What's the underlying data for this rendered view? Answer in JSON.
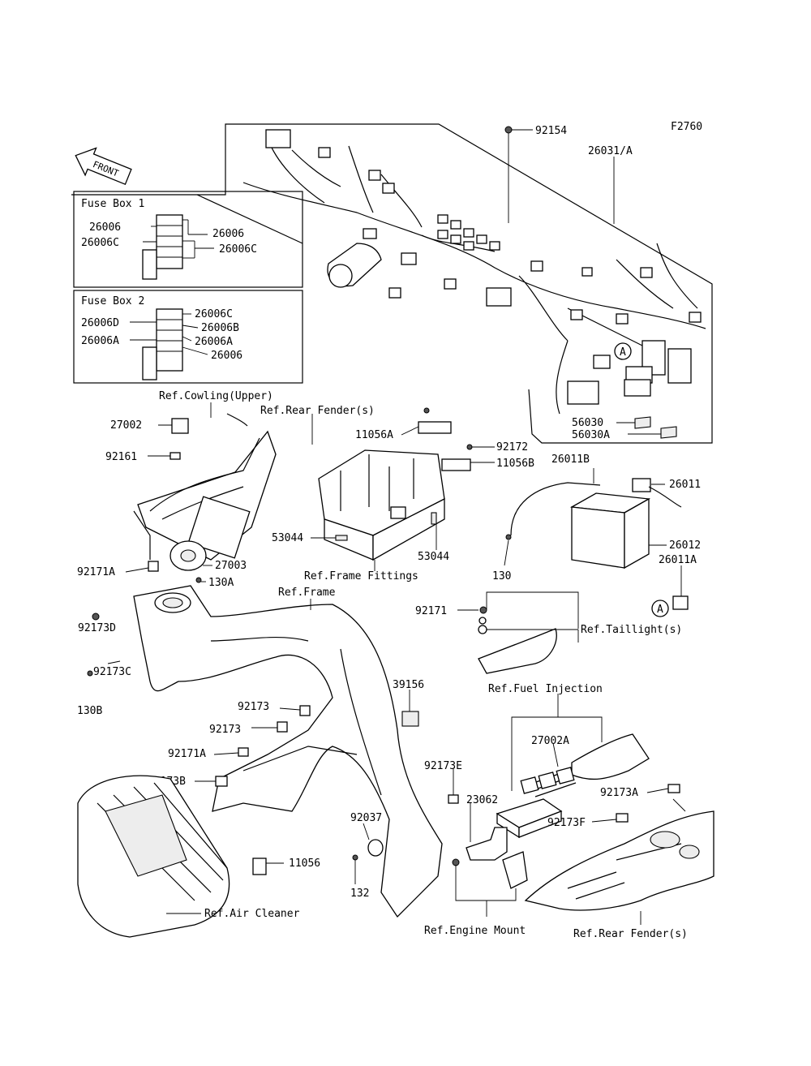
{
  "figure_code": "F2760",
  "front_label": "FRONT",
  "fuse_box_1": {
    "title": "Fuse Box 1",
    "labels": [
      "26006",
      "26006C",
      "26006",
      "26006C"
    ]
  },
  "fuse_box_2": {
    "title": "Fuse Box 2",
    "labels": [
      "26006D",
      "26006A",
      "26006C",
      "26006B",
      "26006A",
      "26006"
    ]
  },
  "callout_a": "A",
  "part_labels": [
    "92154",
    "26031/A",
    "56030",
    "56030A",
    "Ref.Cowling(Upper)",
    "27002",
    "92161",
    "92171A",
    "27003",
    "130A",
    "Ref.Rear Fender(s)",
    "11056A",
    "92172",
    "11056B",
    "53044",
    "53044",
    "Ref.Frame Fittings",
    "26011B",
    "26011",
    "26012",
    "26011A",
    "130",
    "92171",
    "Ref.Taillight(s)",
    "Ref.Frame",
    "92173D",
    "92173C",
    "130B",
    "39156",
    "92173",
    "92173",
    "92171A",
    "92173B",
    "92173E",
    "92037",
    "11056",
    "132",
    "Ref.Air Cleaner",
    "23062",
    "Ref.Fuel Injection",
    "27002A",
    "92173A",
    "92173F",
    "Ref.Engine Mount",
    "Ref.Rear Fender(s)"
  ]
}
